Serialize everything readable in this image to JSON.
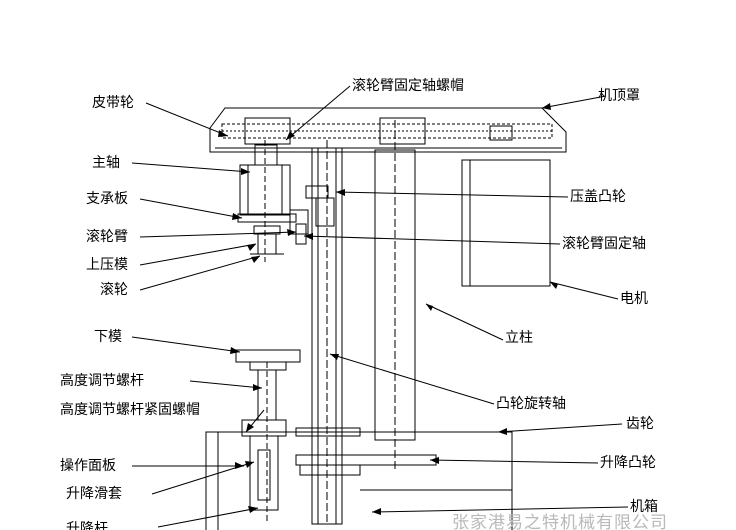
{
  "labels": {
    "belt_wheel": "皮带轮",
    "roller_arm_fixed_nut": "滚轮臂固定轴螺帽",
    "top_cover": "机顶罩",
    "spindle": "主轴",
    "support_plate": "支承板",
    "roller_arm": "滚轮臂",
    "upper_die": "上压模",
    "roller": "滚轮",
    "press_cam": "压盖凸轮",
    "roller_arm_fixed_shaft": "滚轮臂固定轴",
    "motor": "电机",
    "column": "立柱",
    "lower_die": "下模",
    "height_screw": "高度调节螺杆",
    "height_screw_nut": "高度调节螺杆紧固螺帽",
    "cam_shaft": "凸轮旋转轴",
    "gear": "齿轮",
    "panel": "操作面板",
    "lift_cam": "升降凸轮",
    "lift_sleeve": "升降滑套",
    "cabinet": "机箱",
    "lift_rod_partial": "升降杆"
  },
  "watermark": "张家港易之特机械有限公司"
}
